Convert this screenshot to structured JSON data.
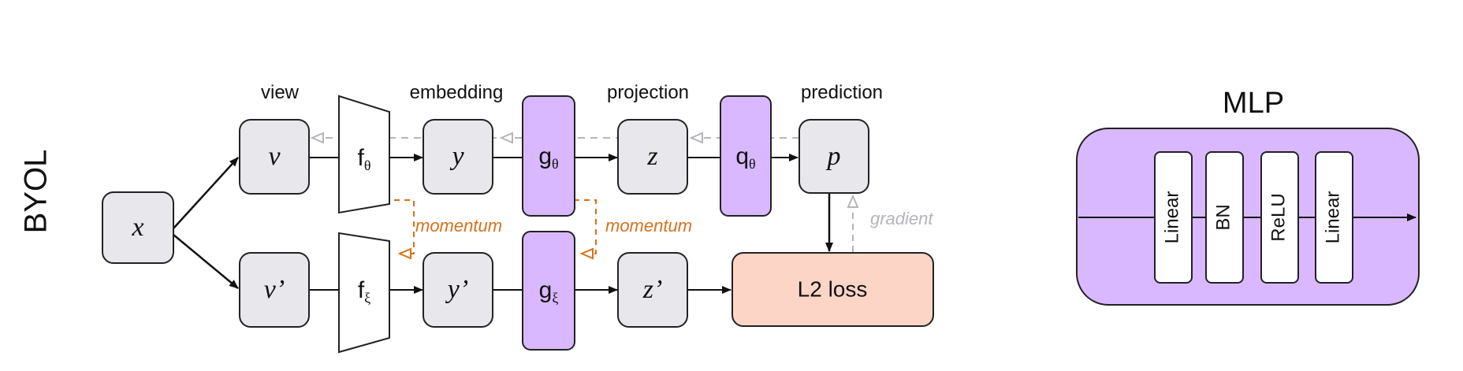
{
  "byol": {
    "title": "BYOL",
    "headers": {
      "view": "view",
      "embedding": "embedding",
      "projection": "projection",
      "prediction": "prediction"
    },
    "nodes": {
      "x": "x",
      "v": "v",
      "v_prime": "v’",
      "y": "y",
      "y_prime": "y’",
      "z": "z",
      "z_prime": "z’",
      "p": "p"
    },
    "encoders": {
      "f_online": {
        "base": "f",
        "sub": "θ"
      },
      "f_target": {
        "base": "f",
        "sub": "ξ"
      },
      "g_online": {
        "base": "g",
        "sub": "θ"
      },
      "g_target": {
        "base": "g",
        "sub": "ξ"
      },
      "q_online": {
        "base": "q",
        "sub": "θ"
      }
    },
    "momentum_labels": [
      "momentum",
      "momentum"
    ],
    "gradient_label": "gradient",
    "loss_label": "L2 loss"
  },
  "mlp": {
    "title": "MLP",
    "layers": [
      "Linear",
      "BN",
      "ReLU",
      "Linear"
    ]
  },
  "colors": {
    "gray_box": "#e8e8ec",
    "purple": "#d9b8ff",
    "loss_fill": "#fdd5c6",
    "momentum_orange": "#d9701a",
    "gradient_gray": "#b4b4bc"
  }
}
